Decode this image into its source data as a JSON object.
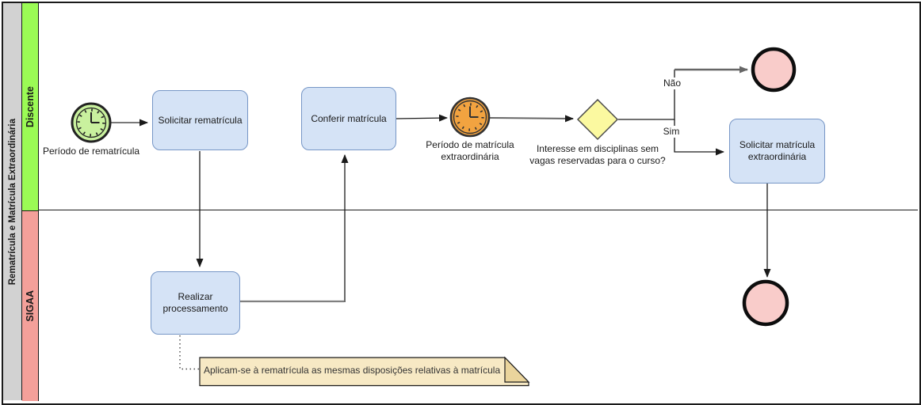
{
  "pool": {
    "title": "Rematrícula e Matrícula Extraordinária"
  },
  "lanes": {
    "discente": {
      "label": "Discente",
      "color": "#9BFB55"
    },
    "sigaa": {
      "label": "SIGAA",
      "color": "#F4A09A"
    }
  },
  "nodes": {
    "start_timer": {
      "type": "timer-start-event",
      "label": "Período de rematrícula"
    },
    "task_solicitar_rematricula": {
      "type": "task",
      "label": "Solicitar rematrícula"
    },
    "task_conferir_matricula": {
      "type": "task",
      "label": "Conferir matrícula"
    },
    "intermediate_timer": {
      "type": "timer-intermediate-event",
      "label": "Período de matrícula extraordinária"
    },
    "gateway_interesse": {
      "type": "exclusive-gateway",
      "label": "Interesse em disciplinas sem vagas reservadas para o curso?"
    },
    "task_solicitar_matricula_extraordinaria": {
      "type": "task",
      "label": "Solicitar matrícula extraordinária"
    },
    "task_realizar_processamento": {
      "type": "task",
      "label": "Realizar processamento"
    },
    "end_event_nao": {
      "type": "end-event"
    },
    "end_event_sim": {
      "type": "end-event"
    },
    "annotation": {
      "type": "note",
      "text": "Aplicam-se à rematrícula as mesmas disposições relativas à matrícula"
    }
  },
  "edges": {
    "nao": {
      "label": "Não"
    },
    "sim": {
      "label": "Sim"
    }
  },
  "colors": {
    "task_fill": "#D5E3F6",
    "task_border": "#7696C6",
    "gateway_fill": "#FBF9A0",
    "start_event_fill": "#C9F19E",
    "intermediate_timer_fill": "#F2A340",
    "end_event_fill": "#F9CCCA",
    "note_fill": "#F7E9C4",
    "note_fold": "#EAD49C",
    "pool_header_fill": "#D2D2D2",
    "flow_gray": "#666666",
    "flow_black": "#1a1a1a"
  }
}
